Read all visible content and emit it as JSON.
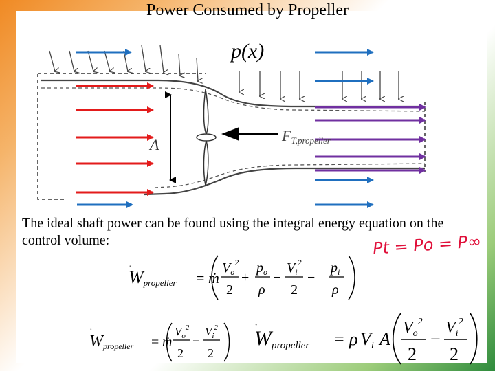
{
  "slide": {
    "title": "Power Consumed by Propeller",
    "diagram": {
      "pressure_label": "p(x)",
      "area_label": "A",
      "thrust_label": "F",
      "thrust_subscript": "T,propeller"
    },
    "caption": "The ideal shaft power can be found using the integral energy equation on the control volume:",
    "handwritten_note": "Pt = Po = P∞",
    "equation_1": {
      "lhs_symbol": "W",
      "lhs_subscript": "propeller",
      "equals": "=",
      "mdot": "ṁ",
      "t1_num": "V",
      "t1_sub": "o",
      "t1_sup": "2",
      "t1_den": "2",
      "plus": "+",
      "t2_num": "p",
      "t2_sub": "o",
      "t2_den": "ρ",
      "minus1": "−",
      "t3_num": "V",
      "t3_sub": "i",
      "t3_sup": "2",
      "t3_den": "2",
      "minus2": "−",
      "t4_num": "p",
      "t4_sub": "i",
      "t4_den": "ρ"
    },
    "equation_2": {
      "lhs_symbol": "W",
      "lhs_subscript": "propeller",
      "equals": "=",
      "mdot": "ṁ",
      "t1_num": "V",
      "t1_sub": "o",
      "t1_sup": "2",
      "t1_den": "2",
      "minus": "−",
      "t2_num": "V",
      "t2_sub": "i",
      "t2_sup": "2",
      "t2_den": "2"
    },
    "equation_3": {
      "lhs_symbol": "W",
      "lhs_subscript": "propeller",
      "equals": "=",
      "rho": "ρ",
      "v": "V",
      "v_sub": "i",
      "a": "A",
      "t1_num": "V",
      "t1_sub": "o",
      "t1_sup": "2",
      "t1_den": "2",
      "minus": "−",
      "t2_num": "V",
      "t2_sub": "i",
      "t2_sup": "2",
      "t2_den": "2"
    },
    "colors": {
      "inflow_arrow": "#e31b1b",
      "freestream_arrow": "#1f6fbf",
      "slipstream_arrow": "#7030a0",
      "pressure_arrow": "#333333",
      "handwriting": "#e0103a",
      "thrust_arrow": "#000000"
    }
  }
}
